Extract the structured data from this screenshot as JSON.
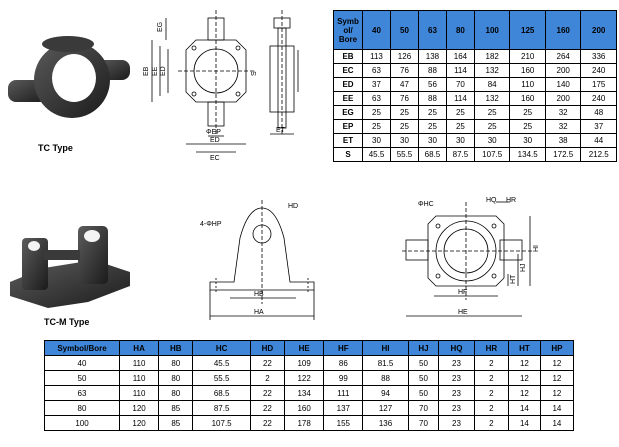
{
  "tc": {
    "type_label": "TC Type",
    "table": {
      "corner_header": "Symb ol/ Bore",
      "columns": [
        "40",
        "50",
        "63",
        "80",
        "100",
        "125",
        "160",
        "200"
      ],
      "rows": [
        {
          "symbol": "EB",
          "values": [
            "113",
            "126",
            "138",
            "164",
            "182",
            "210",
            "264",
            "336"
          ]
        },
        {
          "symbol": "EC",
          "values": [
            "63",
            "76",
            "88",
            "114",
            "132",
            "160",
            "200",
            "240"
          ]
        },
        {
          "symbol": "ED",
          "values": [
            "37",
            "47",
            "56",
            "70",
            "84",
            "110",
            "140",
            "175"
          ]
        },
        {
          "symbol": "EE",
          "values": [
            "63",
            "76",
            "88",
            "114",
            "132",
            "160",
            "200",
            "240"
          ]
        },
        {
          "symbol": "EG",
          "values": [
            "25",
            "25",
            "25",
            "25",
            "25",
            "25",
            "32",
            "48"
          ]
        },
        {
          "symbol": "EP",
          "values": [
            "25",
            "25",
            "25",
            "25",
            "25",
            "25",
            "32",
            "37"
          ]
        },
        {
          "symbol": "ET",
          "values": [
            "30",
            "30",
            "30",
            "30",
            "30",
            "30",
            "38",
            "44"
          ]
        },
        {
          "symbol": "S",
          "values": [
            "45.5",
            "55.5",
            "68.5",
            "87.5",
            "107.5",
            "134.5",
            "172.5",
            "212.5"
          ]
        }
      ]
    },
    "drawing_labels": {
      "eg": "EG",
      "eb": "EB",
      "ee": "EE",
      "ed": "ED",
      "s": "S",
      "ep": "ΦEP",
      "ed_bottom": "ED",
      "ec": "EC",
      "et": "ET"
    }
  },
  "tcm": {
    "type_label": "TC-M Type",
    "drawing_labels": {
      "hd": "HD",
      "hp": "4-ΦHP",
      "hb": "HB",
      "ha": "HA",
      "hc": "ΦHC",
      "hq": "HQ",
      "hr": "HR",
      "hi": "HI",
      "hj": "HJ",
      "ht": "HT",
      "hf": "HF",
      "he": "HE"
    },
    "table": {
      "corner_header": "Symbol/Bore",
      "columns": [
        "HA",
        "HB",
        "HC",
        "HD",
        "HE",
        "HF",
        "HI",
        "HJ",
        "HQ",
        "HR",
        "HT",
        "HP"
      ],
      "rows": [
        {
          "bore": "40",
          "values": [
            "110",
            "80",
            "45.5",
            "22",
            "109",
            "86",
            "81.5",
            "50",
            "23",
            "2",
            "12",
            "12"
          ]
        },
        {
          "bore": "50",
          "values": [
            "110",
            "80",
            "55.5",
            "2",
            "122",
            "99",
            "88",
            "50",
            "23",
            "2",
            "12",
            "12"
          ]
        },
        {
          "bore": "63",
          "values": [
            "110",
            "80",
            "68.5",
            "22",
            "134",
            "111",
            "94",
            "50",
            "23",
            "2",
            "12",
            "12"
          ]
        },
        {
          "bore": "80",
          "values": [
            "120",
            "85",
            "87.5",
            "22",
            "160",
            "137",
            "127",
            "70",
            "23",
            "2",
            "14",
            "14"
          ]
        },
        {
          "bore": "100",
          "values": [
            "120",
            "85",
            "107.5",
            "22",
            "178",
            "155",
            "136",
            "70",
            "23",
            "2",
            "14",
            "14"
          ]
        }
      ]
    }
  },
  "colors": {
    "header_blue": "#3f86d8",
    "part_dark": "#2a2a2a"
  }
}
